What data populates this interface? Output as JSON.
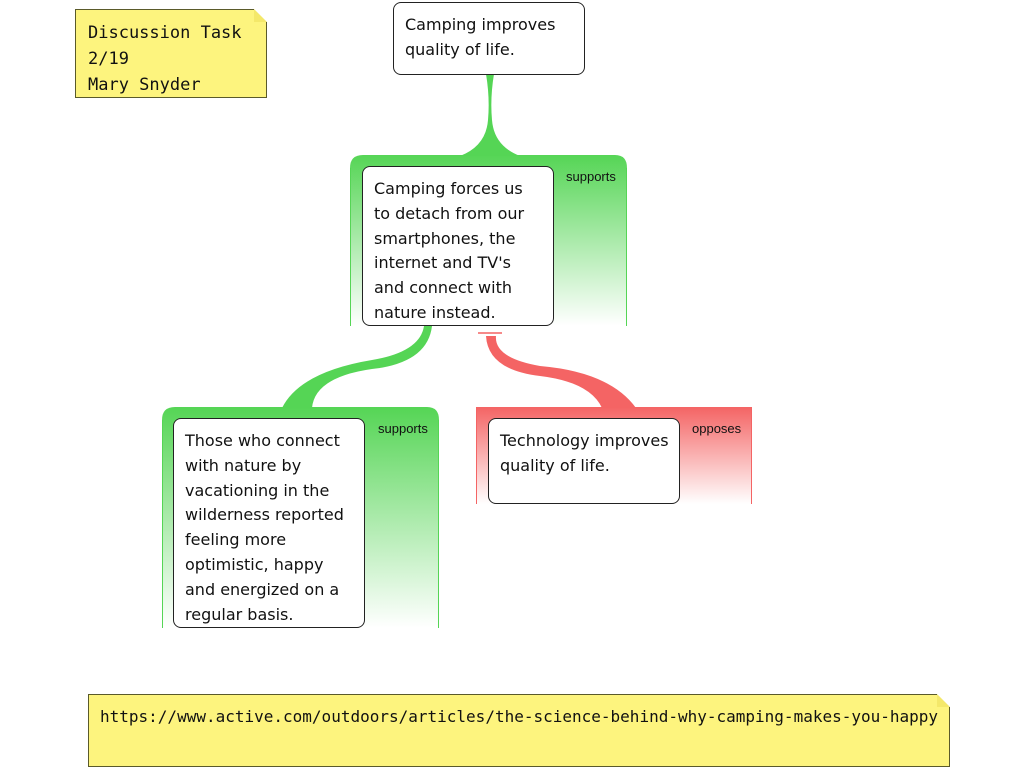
{
  "notes": {
    "task": {
      "line1": "Discussion Task",
      "line2": "2/19",
      "line3": "Mary Snyder"
    },
    "source_url": "https://www.active.com/outdoors/articles/the-science-behind-why-camping-makes-you-happy"
  },
  "claims": {
    "main": "Camping improves quality of life.",
    "detach": "Camping forces us to detach from our smartphones, the internet and TV's and connect with nature instead.",
    "nature": "Those who connect with nature by vacationing in the wilderness reported feeling more optimistic, happy and energized on a regular basis.",
    "technology": "Technology improves quality of life."
  },
  "relations": {
    "supports_1": "supports",
    "supports_2": "supports",
    "opposes": "opposes"
  },
  "colors": {
    "supports": "#55d555",
    "opposes": "#f46464",
    "note_fill": "#fdf47e"
  }
}
